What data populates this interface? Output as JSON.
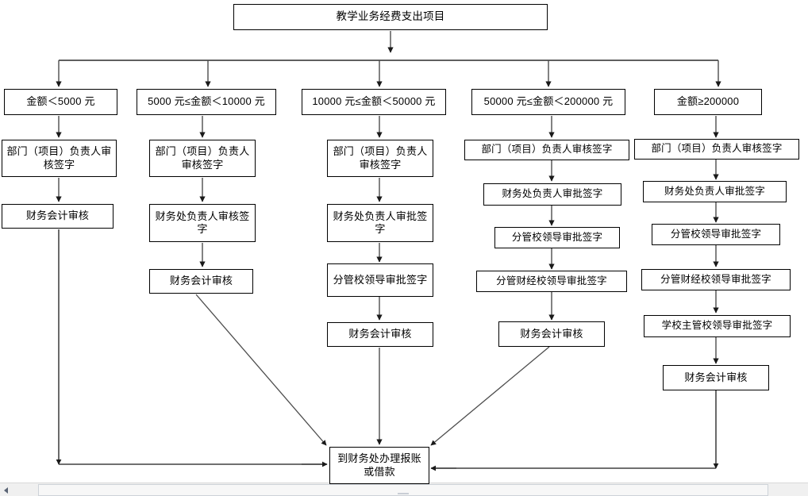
{
  "diagram": {
    "title_node": {
      "label": "教学业务经费支出项目"
    },
    "terminal_node": {
      "label": "到财务处办理报账或借款"
    },
    "branches": [
      {
        "condition": "金额＜5000 元",
        "steps": [
          "部门（项目）负责人审核签字",
          "财务会计审核"
        ]
      },
      {
        "condition": "5000 元≤金额＜10000 元",
        "steps": [
          "部门（项目）负责人审核签字",
          "财务处负责人审核签字",
          "财务会计审核"
        ]
      },
      {
        "condition": "10000 元≤金额＜50000 元",
        "steps": [
          "部门（项目）负责人审核签字",
          "财务处负责人审批签字",
          "分管校领导审批签字",
          "财务会计审核"
        ]
      },
      {
        "condition": "50000 元≤金额＜200000 元",
        "steps": [
          "部门（项目）负责人审核签字",
          "财务处负责人审批签字",
          "分管校领导审批签字",
          "分管财经校领导审批签字",
          "财务会计审核"
        ]
      },
      {
        "condition": "金额≥200000",
        "steps": [
          "部门（项目）负责人审核签字",
          "财务处负责人审批签字",
          "分管校领导审批签字",
          "分管财经校领导审批签字",
          "学校主管校领导审批签字",
          "财务会计审核"
        ]
      }
    ],
    "colors": {
      "stroke": "#000000",
      "fill": "#ffffff",
      "connector": "#4d4d4d"
    }
  },
  "window": {
    "scrollbar": {
      "left_arrow_icon": "triangle-left-icon",
      "orientation": "horizontal"
    }
  }
}
